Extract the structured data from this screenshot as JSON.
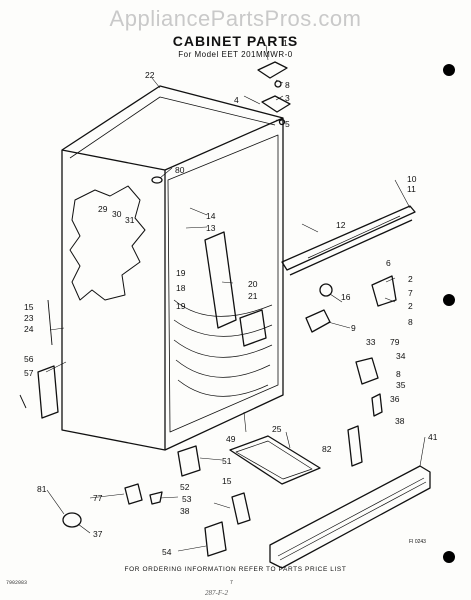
{
  "watermark": "AppliancePartsPros.com",
  "title": "CABINET PARTS",
  "subtitle": "For Model EET 201MMWR-0",
  "footer": "FOR ORDERING INFORMATION REFER TO PARTS PRICE LIST",
  "doc_code": "7902083",
  "page_number": "7",
  "page_mark": "287-F-2",
  "figure_ref": "FI 0243",
  "callouts": {
    "c1": "1",
    "c2a": "2",
    "c2b": "2",
    "c3": "3",
    "c4": "4",
    "c5": "5",
    "c6": "6",
    "c7": "7",
    "c8a": "8",
    "c8b": "8",
    "c8c": "8",
    "c9": "9",
    "c10": "10",
    "c11": "11",
    "c12": "12",
    "c13": "13",
    "c14": "14",
    "c15a": "15",
    "c15b": "15",
    "c16": "16",
    "c18": "18",
    "c19a": "19",
    "c19b": "19",
    "c20": "20",
    "c21": "21",
    "c22": "22",
    "c23": "23",
    "c24": "24",
    "c25": "25",
    "c29": "29",
    "c30": "30",
    "c31": "31",
    "c33": "33",
    "c34": "34",
    "c35": "35",
    "c36": "36",
    "c37": "37",
    "c38a": "38",
    "c38b": "38",
    "c41": "41",
    "c49": "49",
    "c51": "51",
    "c52": "52",
    "c53": "53",
    "c54": "54",
    "c56": "56",
    "c57": "57",
    "c77": "77",
    "c79": "79",
    "c80": "80",
    "c81": "81",
    "c82": "82"
  }
}
